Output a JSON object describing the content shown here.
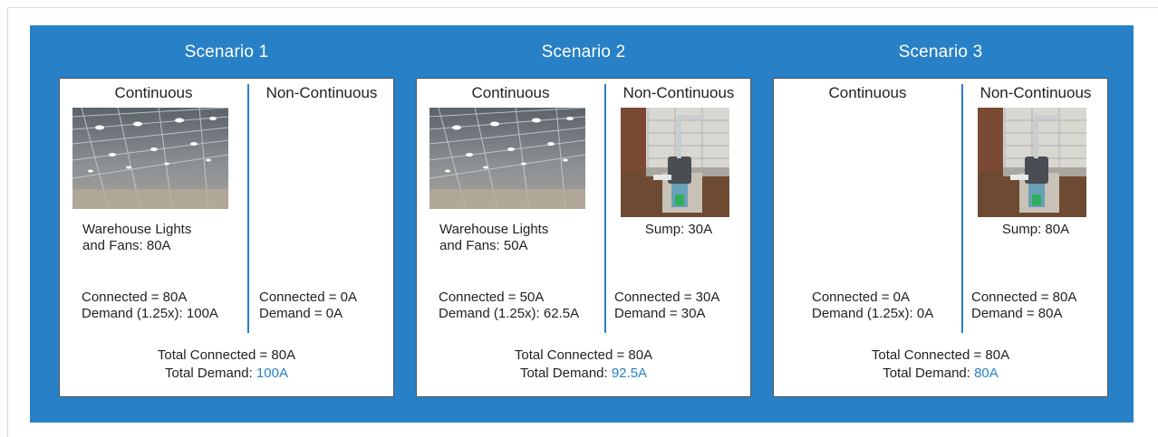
{
  "colors": {
    "banner": "#2880c6",
    "accent": "#2880c6",
    "card": "#ffffff"
  },
  "labels": {
    "continuous": "Continuous",
    "non_continuous": "Non-Continuous",
    "total_demand_prefix": "Total Demand: "
  },
  "scenarios": [
    {
      "title": "Scenario 1",
      "continuous": {
        "image": "warehouse-ceiling-lights",
        "load_line1": "Warehouse Lights",
        "load_line2": "and Fans:  80A",
        "connected": "Connected = 80A",
        "demand": "Demand (1.25x): 100A"
      },
      "non_continuous": {
        "image": "",
        "load": "",
        "connected": "Connected = 0A",
        "demand": "Demand = 0A"
      },
      "total_connected": "Total Connected = 80A",
      "total_demand_value": "100A"
    },
    {
      "title": "Scenario 2",
      "continuous": {
        "image": "warehouse-ceiling-lights",
        "load_line1": "Warehouse Lights",
        "load_line2": "and Fans:  50A",
        "connected": "Connected = 50A",
        "demand": "Demand (1.25x): 62.5A"
      },
      "non_continuous": {
        "image": "sump-pump",
        "load": "Sump: 30A",
        "connected": "Connected = 30A",
        "demand": "Demand = 30A"
      },
      "total_connected": "Total Connected = 80A",
      "total_demand_value": "92.5A"
    },
    {
      "title": "Scenario 3",
      "continuous": {
        "image": "",
        "load_line1": "",
        "load_line2": "",
        "connected": "Connected = 0A",
        "demand": "Demand (1.25x): 0A"
      },
      "non_continuous": {
        "image": "sump-pump",
        "load": "Sump: 80A",
        "connected": "Connected = 80A",
        "demand": "Demand = 80A"
      },
      "total_connected": "Total Connected = 80A",
      "total_demand_value": "80A"
    }
  ]
}
